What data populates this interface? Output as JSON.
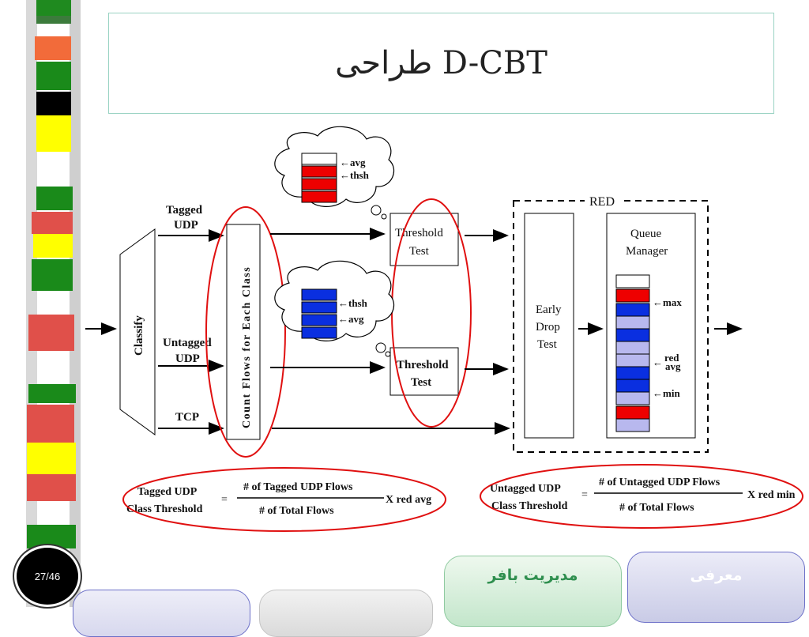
{
  "slide": {
    "title": "طراحی D-CBT",
    "page_number": "27/46"
  },
  "diagram": {
    "inputs": {
      "tagged_udp": [
        "Tagged",
        "UDP"
      ],
      "untagged_udp": [
        "Untagged",
        "UDP"
      ],
      "tcp": "TCP"
    },
    "classify_label": "Classify",
    "count_flows_label": "Count Flows for Each Class",
    "threshold_test": [
      "Threshold",
      "Test"
    ],
    "red_label": "RED",
    "early_drop": [
      "Early",
      "Drop",
      "Test"
    ],
    "queue_manager": [
      "Queue",
      "Manager"
    ],
    "queue_markers": {
      "max": "max",
      "red_avg": [
        "red",
        "avg"
      ],
      "min": "min"
    },
    "cloud_top_labels": {
      "avg": "avg",
      "thsh": "thsh"
    },
    "cloud_mid_labels": {
      "thsh": "thsh",
      "avg": "avg"
    },
    "arrow_glyph": "←",
    "formula_tagged": {
      "lhs": [
        "Tagged UDP",
        "Class Threshold"
      ],
      "eq": "=",
      "numerator": "# of Tagged UDP Flows",
      "denominator": "# of Total Flows",
      "factor": "X  red avg"
    },
    "formula_untagged": {
      "lhs": [
        "Untagged UDP",
        "Class Threshold"
      ],
      "eq": "=",
      "numerator": "# of Untagged UDP Flows",
      "denominator": "# of Total Flows",
      "factor": "X  red min"
    },
    "colors": {
      "highlight_ellipse": "#e01010",
      "queue_red": "#ee0000",
      "queue_blue": "#0a2fe0",
      "queue_light": "#b8b8ee"
    }
  },
  "nav": {
    "moarefi": "معرفی",
    "modiriat_bafer": "مدیریت بافر"
  }
}
